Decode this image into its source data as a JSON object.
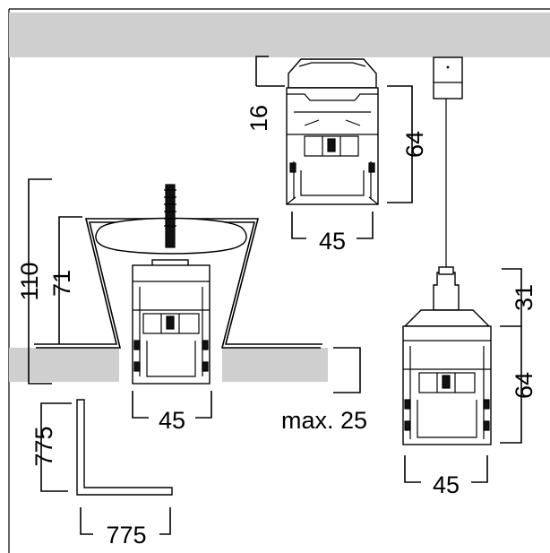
{
  "colors": {
    "ceiling": "#cfcfcf",
    "line": "#000000",
    "background": "#ffffff"
  },
  "dimensions": {
    "surface": {
      "height": "16",
      "body": "64",
      "width": "45"
    },
    "recessed": {
      "overall": "110",
      "inner": "71",
      "width": "45",
      "ceiling": "max. 25"
    },
    "cutout": {
      "vertical": "775",
      "horizontal": "775"
    },
    "pendant": {
      "top": "31",
      "body": "64",
      "width": "45"
    }
  }
}
